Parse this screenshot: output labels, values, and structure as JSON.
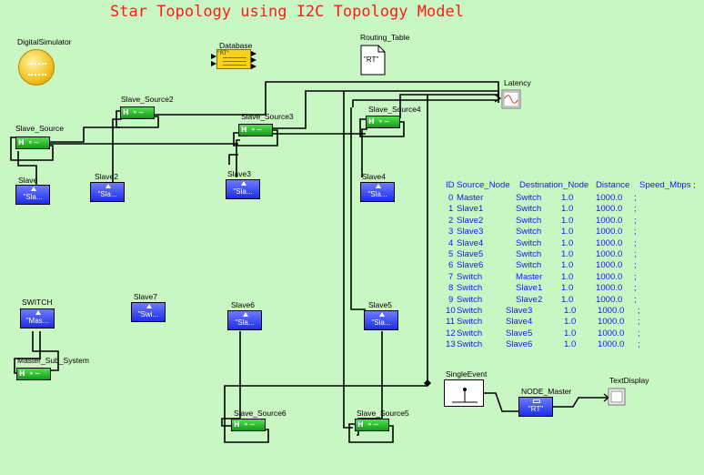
{
  "title": "Star Topology using I2C Topology Model",
  "labels": {
    "digital_simulator": "DigitalSimulator",
    "database": "Database",
    "routing_table": "Routing_Table",
    "latency": "Latency",
    "single_event": "SingleEvent",
    "node_master": "NODE_Master",
    "text_display": "TextDisplay",
    "switch": "SWITCH",
    "master_sub_system": "Master_Sub_System"
  },
  "routing_doc_text": "\"RT\"",
  "database_icon_text": "\"RT\"",
  "node_master_text": "\"RT\"",
  "sources": [
    {
      "label": "Slave_Source"
    },
    {
      "label": "Slave_Source2"
    },
    {
      "label": "Slave_Source3"
    },
    {
      "label": "Slave_Source4"
    },
    {
      "label": "Slave_Source5"
    },
    {
      "label": "Slave_Source6"
    }
  ],
  "sinks": [
    {
      "label": "Slave",
      "text": "\"Sla..."
    },
    {
      "label": "Slave2",
      "text": "\"Sla..."
    },
    {
      "label": "Slave3",
      "text": "\"Sla..."
    },
    {
      "label": "Slave4",
      "text": "\"Sla..."
    },
    {
      "label": "Slave6",
      "text": "\"Sla..."
    },
    {
      "label": "Slave5",
      "text": "\"Sla..."
    },
    {
      "label": "Slave7",
      "text": "\"Swi..."
    },
    {
      "label": "",
      "text": "\"Mas..."
    }
  ],
  "table": {
    "header": [
      "ID",
      "Source_Node",
      "Destination_Node",
      "Distance",
      "Speed_Mbps",
      ";"
    ],
    "rows": [
      [
        "0",
        "Master",
        "Switch",
        "1.0",
        "1000.0",
        ";"
      ],
      [
        "1",
        "Slave1",
        "Switch",
        "1.0",
        "1000.0",
        ";"
      ],
      [
        "2",
        "Slave2",
        "Switch",
        "1.0",
        "1000.0",
        ";"
      ],
      [
        "3",
        "Slave3",
        "Switch",
        "1.0",
        "1000.0",
        ";"
      ],
      [
        "4",
        "Slave4",
        "Switch",
        "1.0",
        "1000.0",
        ";"
      ],
      [
        "5",
        "Slave5",
        "Switch",
        "1.0",
        "1000.0",
        ";"
      ],
      [
        "6",
        "Slave6",
        "Switch",
        "1.0",
        "1000.0",
        ";"
      ],
      [
        "7",
        "Switch",
        "Master",
        "1.0",
        "1000.0",
        ";"
      ],
      [
        "8",
        "Switch",
        "Slave1",
        "1.0",
        "1000.0",
        ";"
      ],
      [
        "9",
        "Switch",
        "Slave2",
        "1.0",
        "1000.0",
        ";"
      ],
      [
        "10",
        "Switch",
        "Slave3",
        "1.0",
        "1000.0",
        ";"
      ],
      [
        "11",
        "Switch",
        "Slave4",
        "1.0",
        "1000.0",
        ";"
      ],
      [
        "12",
        "Switch",
        "Slave5",
        "1.0",
        "1000.0",
        ";"
      ],
      [
        "13",
        "Switch",
        "Slave6",
        "1.0",
        "1000.0",
        ";"
      ]
    ]
  },
  "colors": {
    "background": "#c9f7c4",
    "title": "#ff1a1a",
    "table_text": "#1414ff",
    "source_block": "#22b022",
    "sink_block": "#2b3cf0"
  }
}
